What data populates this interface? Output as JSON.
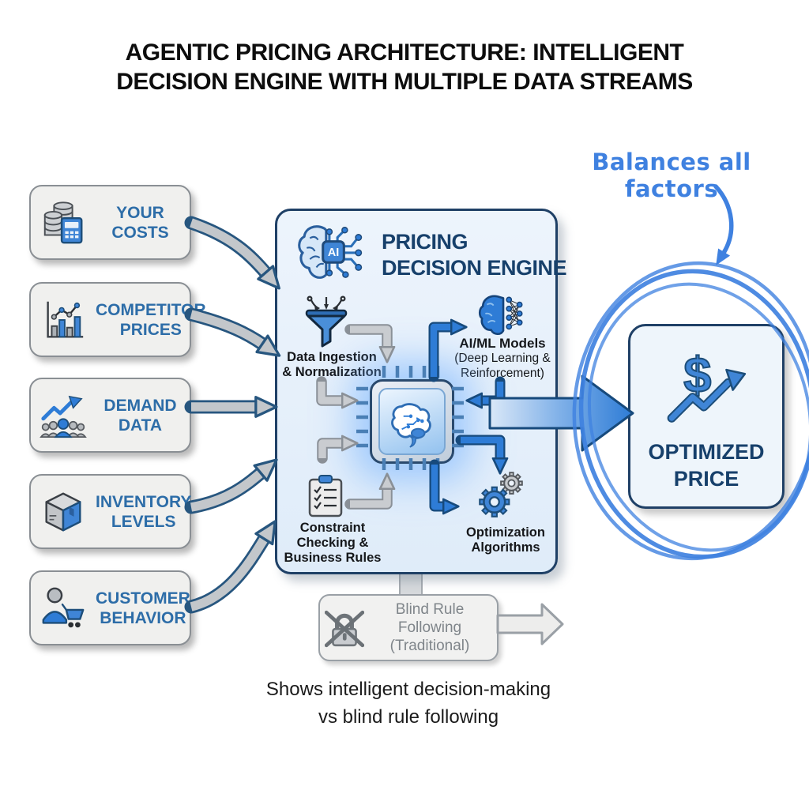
{
  "title": {
    "line1": "AGENTIC PRICING ARCHITECTURE: INTELLIGENT",
    "line2": "DECISION ENGINE WITH MULTIPLE DATA STREAMS"
  },
  "annotation": {
    "text": "Balances all factors"
  },
  "inputs": [
    {
      "line1": "YOUR",
      "line2": "COSTS",
      "icon": "coins-calculator-icon"
    },
    {
      "line1": "COMPETITOR",
      "line2": "PRICES",
      "icon": "bar-chart-icon"
    },
    {
      "line1": "DEMAND",
      "line2": "DATA",
      "icon": "trend-people-icon"
    },
    {
      "line1": "INVENTORY",
      "line2": "LEVELS",
      "icon": "package-box-icon"
    },
    {
      "line1": "CUSTOMER",
      "line2": "BEHAVIOR",
      "icon": "person-cart-icon"
    }
  ],
  "engine": {
    "title_line1": "PRICING",
    "title_line2": "DECISION ENGINE",
    "ai_chip_label": "AI",
    "modules": {
      "ingestion": {
        "line1": "Data Ingestion",
        "line2": "& Normalization"
      },
      "aiml": {
        "line1": "AI/ML Models",
        "line2": "(Deep Learning &",
        "line3": "Reinforcement)"
      },
      "constraint": {
        "line1": "Constraint",
        "line2": "Checking &",
        "line3": "Business Rules"
      },
      "optimization": {
        "line1": "Optimization",
        "line2": "Algorithms"
      }
    }
  },
  "output": {
    "line1": "OPTIMIZED",
    "line2": "PRICE",
    "currency_symbol": "$"
  },
  "traditional": {
    "line1": "Blind Rule Following",
    "line2": "(Traditional)"
  },
  "caption": {
    "line1": "Shows intelligent decision-making",
    "line2": "vs blind rule following"
  },
  "colors": {
    "accent_blue": "#2e7cd6",
    "navy": "#17406b",
    "hand_drawn_blue": "#3f81e0",
    "arrow_gray": "#c3c7cb",
    "label_blue": "#2d6da8"
  }
}
